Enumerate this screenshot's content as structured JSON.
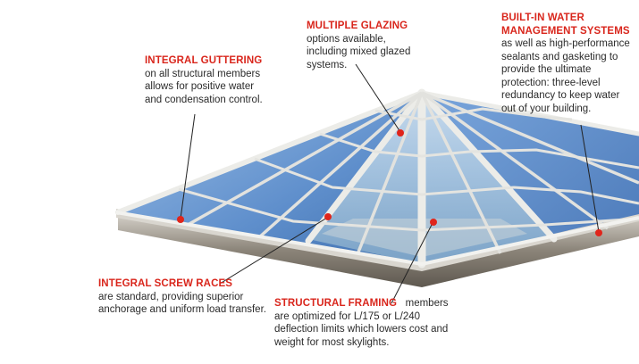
{
  "callouts": {
    "glazing": {
      "heading": "MULTIPLE GLAZING",
      "text": "options available, including mixed glazed systems."
    },
    "water": {
      "heading": "BUILT-IN WATER MANAGEMENT SYSTEMS",
      "text": "as well as high-performance sealants and gasketing to provide the ultimate protection: three-level redundancy to keep water out of your building."
    },
    "gutter": {
      "heading": "INTEGRAL GUTTERING",
      "text": "on all structural members allows for positive water and condensation control."
    },
    "screw": {
      "heading": "INTEGRAL SCREW RACES",
      "text": "are standard, providing superior anchorage and uniform load transfer."
    },
    "framing": {
      "heading": "STRUCTURAL FRAMING",
      "text_inline": "members",
      "text": "are optimized for L/175 or L/240 deflection limits which lowers cost and weight for most skylights."
    }
  },
  "colors": {
    "accent": "#d9261c",
    "glass": "#6f9cd6",
    "frame": "#e6e6e2",
    "curb": "#7a746c"
  }
}
